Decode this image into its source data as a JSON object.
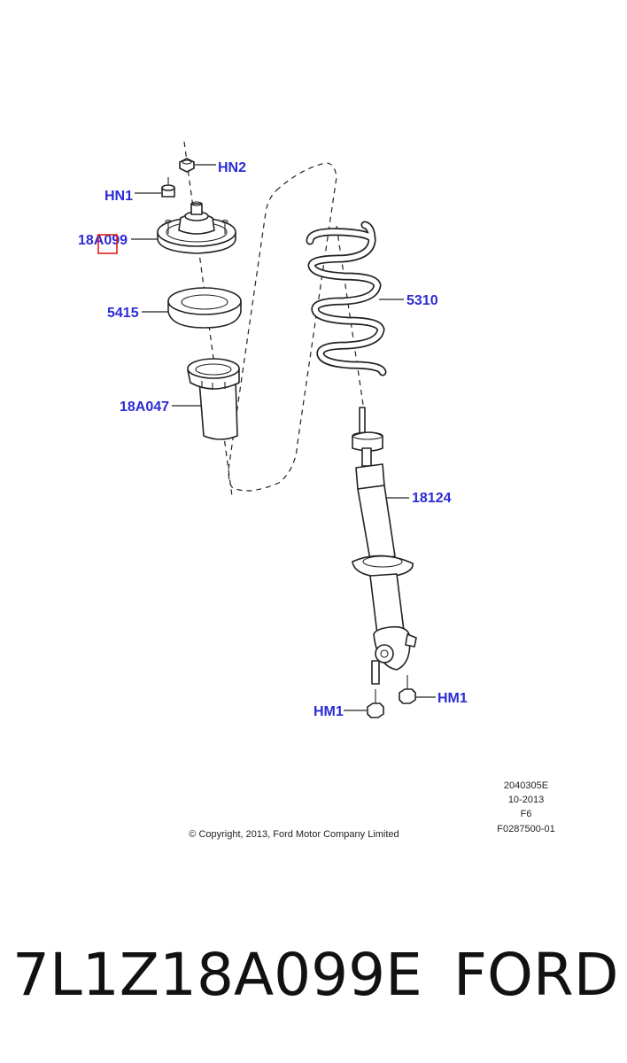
{
  "callouts": {
    "hn2": "HN2",
    "hn1": "HN1",
    "mount": "18A099",
    "bearing": "5415",
    "boot": "18A047",
    "spring": "5310",
    "strut": "18124",
    "hm1_left": "HM1",
    "hm1_right": "HM1"
  },
  "meta": {
    "code": "2040305E",
    "date": "10-2013",
    "variant": "F6",
    "figure": "F0287500-01"
  },
  "copyright": "© Copyright, 2013, Ford Motor Company Limited",
  "footer": {
    "part_number": "7L1Z18A099E",
    "brand": "FORD"
  },
  "colors": {
    "callout": "#2b2bd6",
    "highlight": "#e0201c",
    "line": "#222222"
  }
}
